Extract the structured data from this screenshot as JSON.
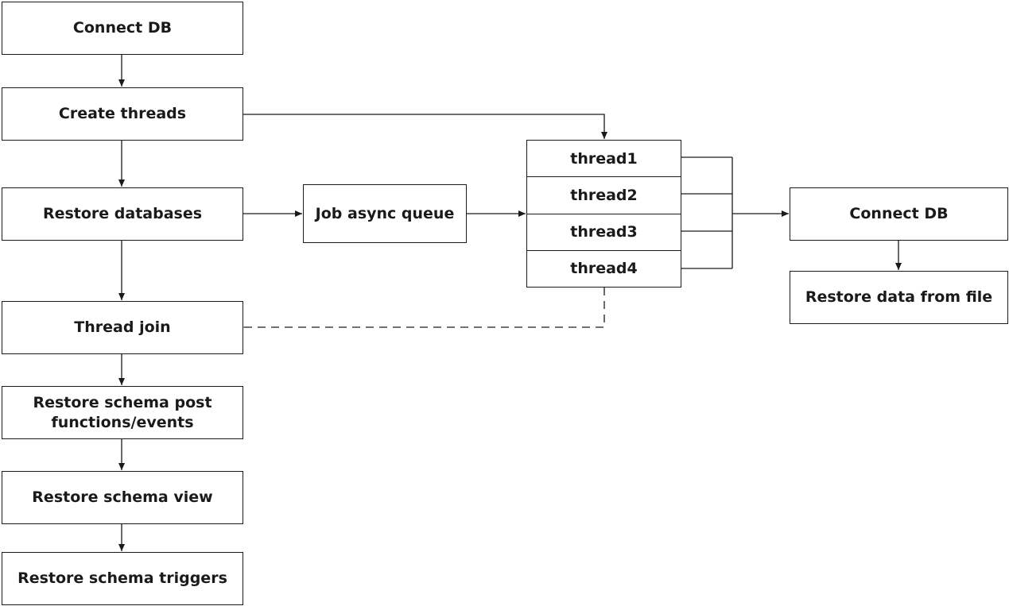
{
  "nodes": {
    "connect_db_main": "Connect DB",
    "create_threads": "Create threads",
    "restore_databases": "Restore databases",
    "job_async_queue": "Job async queue",
    "thread_join": "Thread join",
    "restore_schema_post_line1": "Restore schema post",
    "restore_schema_post_line2": "functions/events",
    "restore_schema_view": "Restore schema view",
    "restore_schema_triggers": "Restore schema triggers",
    "connect_db_worker": "Connect DB",
    "restore_data_from_file": "Restore data from file"
  },
  "threads": [
    "thread1",
    "thread2",
    "thread3",
    "thread4"
  ],
  "colors": {
    "stroke": "#1a1a1a",
    "background": "#ffffff"
  }
}
